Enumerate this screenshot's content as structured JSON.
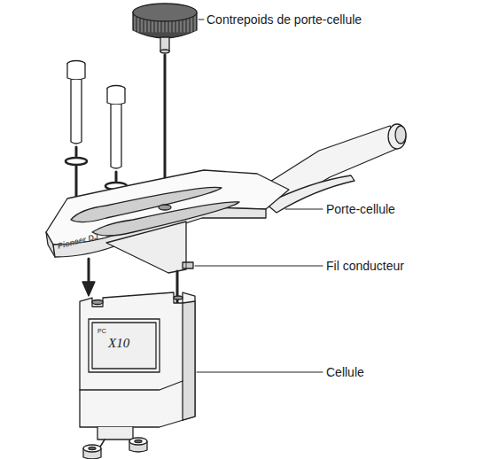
{
  "diagram": {
    "labels": [
      "Contrepoids de porte-cellule",
      "Porte-cellule",
      "Fil conducteur",
      "Cellule",
      "Pioneer DJ",
      "PC",
      "X10"
    ]
  }
}
